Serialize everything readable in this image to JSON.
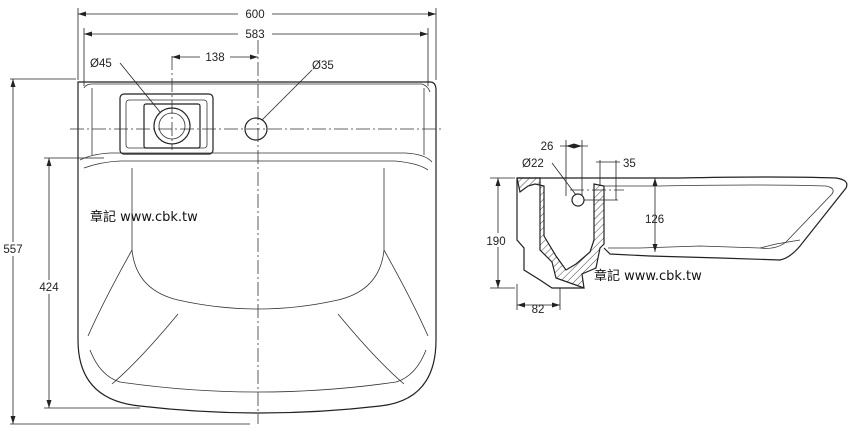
{
  "front_view": {
    "dims": {
      "overall_width": "600",
      "inner_width": "583",
      "offset": "138",
      "height_total": "557",
      "height_bowl": "424"
    },
    "labels": {
      "drain": "Ø45",
      "tap_hole": "Ø35"
    }
  },
  "side_view": {
    "dims": {
      "offset_26": "26",
      "offset_35": "35",
      "height_126": "126",
      "height_190": "190",
      "depth_82": "82"
    },
    "labels": {
      "hole": "Ø22"
    }
  },
  "watermark": {
    "text": "章記 www.cbk.tw"
  }
}
